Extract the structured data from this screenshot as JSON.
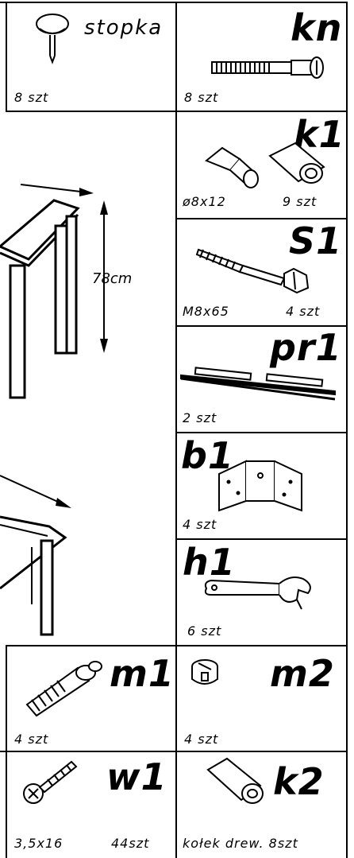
{
  "parts": {
    "stopka": {
      "label": "stopka",
      "qty": "8 szt"
    },
    "kn": {
      "code": "kn",
      "qty": "8 szt"
    },
    "k1": {
      "code": "k1",
      "size": "ø8x12",
      "qty": "9 szt"
    },
    "s1": {
      "code": "S1",
      "size": "M8x65",
      "qty": "4 szt"
    },
    "pr1": {
      "code": "pr1",
      "qty": "2 szt"
    },
    "b1": {
      "code": "b1",
      "qty": "4 szt"
    },
    "h1": {
      "code": "h1",
      "qty": "6 szt"
    },
    "m1": {
      "code": "m1",
      "qty": "4 szt"
    },
    "m2": {
      "code": "m2",
      "qty": "4 szt"
    },
    "w1": {
      "code": "w1",
      "size": "3,5x16",
      "qty": "44szt"
    },
    "k2": {
      "code": "k2",
      "qty": "kołek drew. 8szt"
    }
  },
  "table_drawing": {
    "height_label": "78cm"
  }
}
